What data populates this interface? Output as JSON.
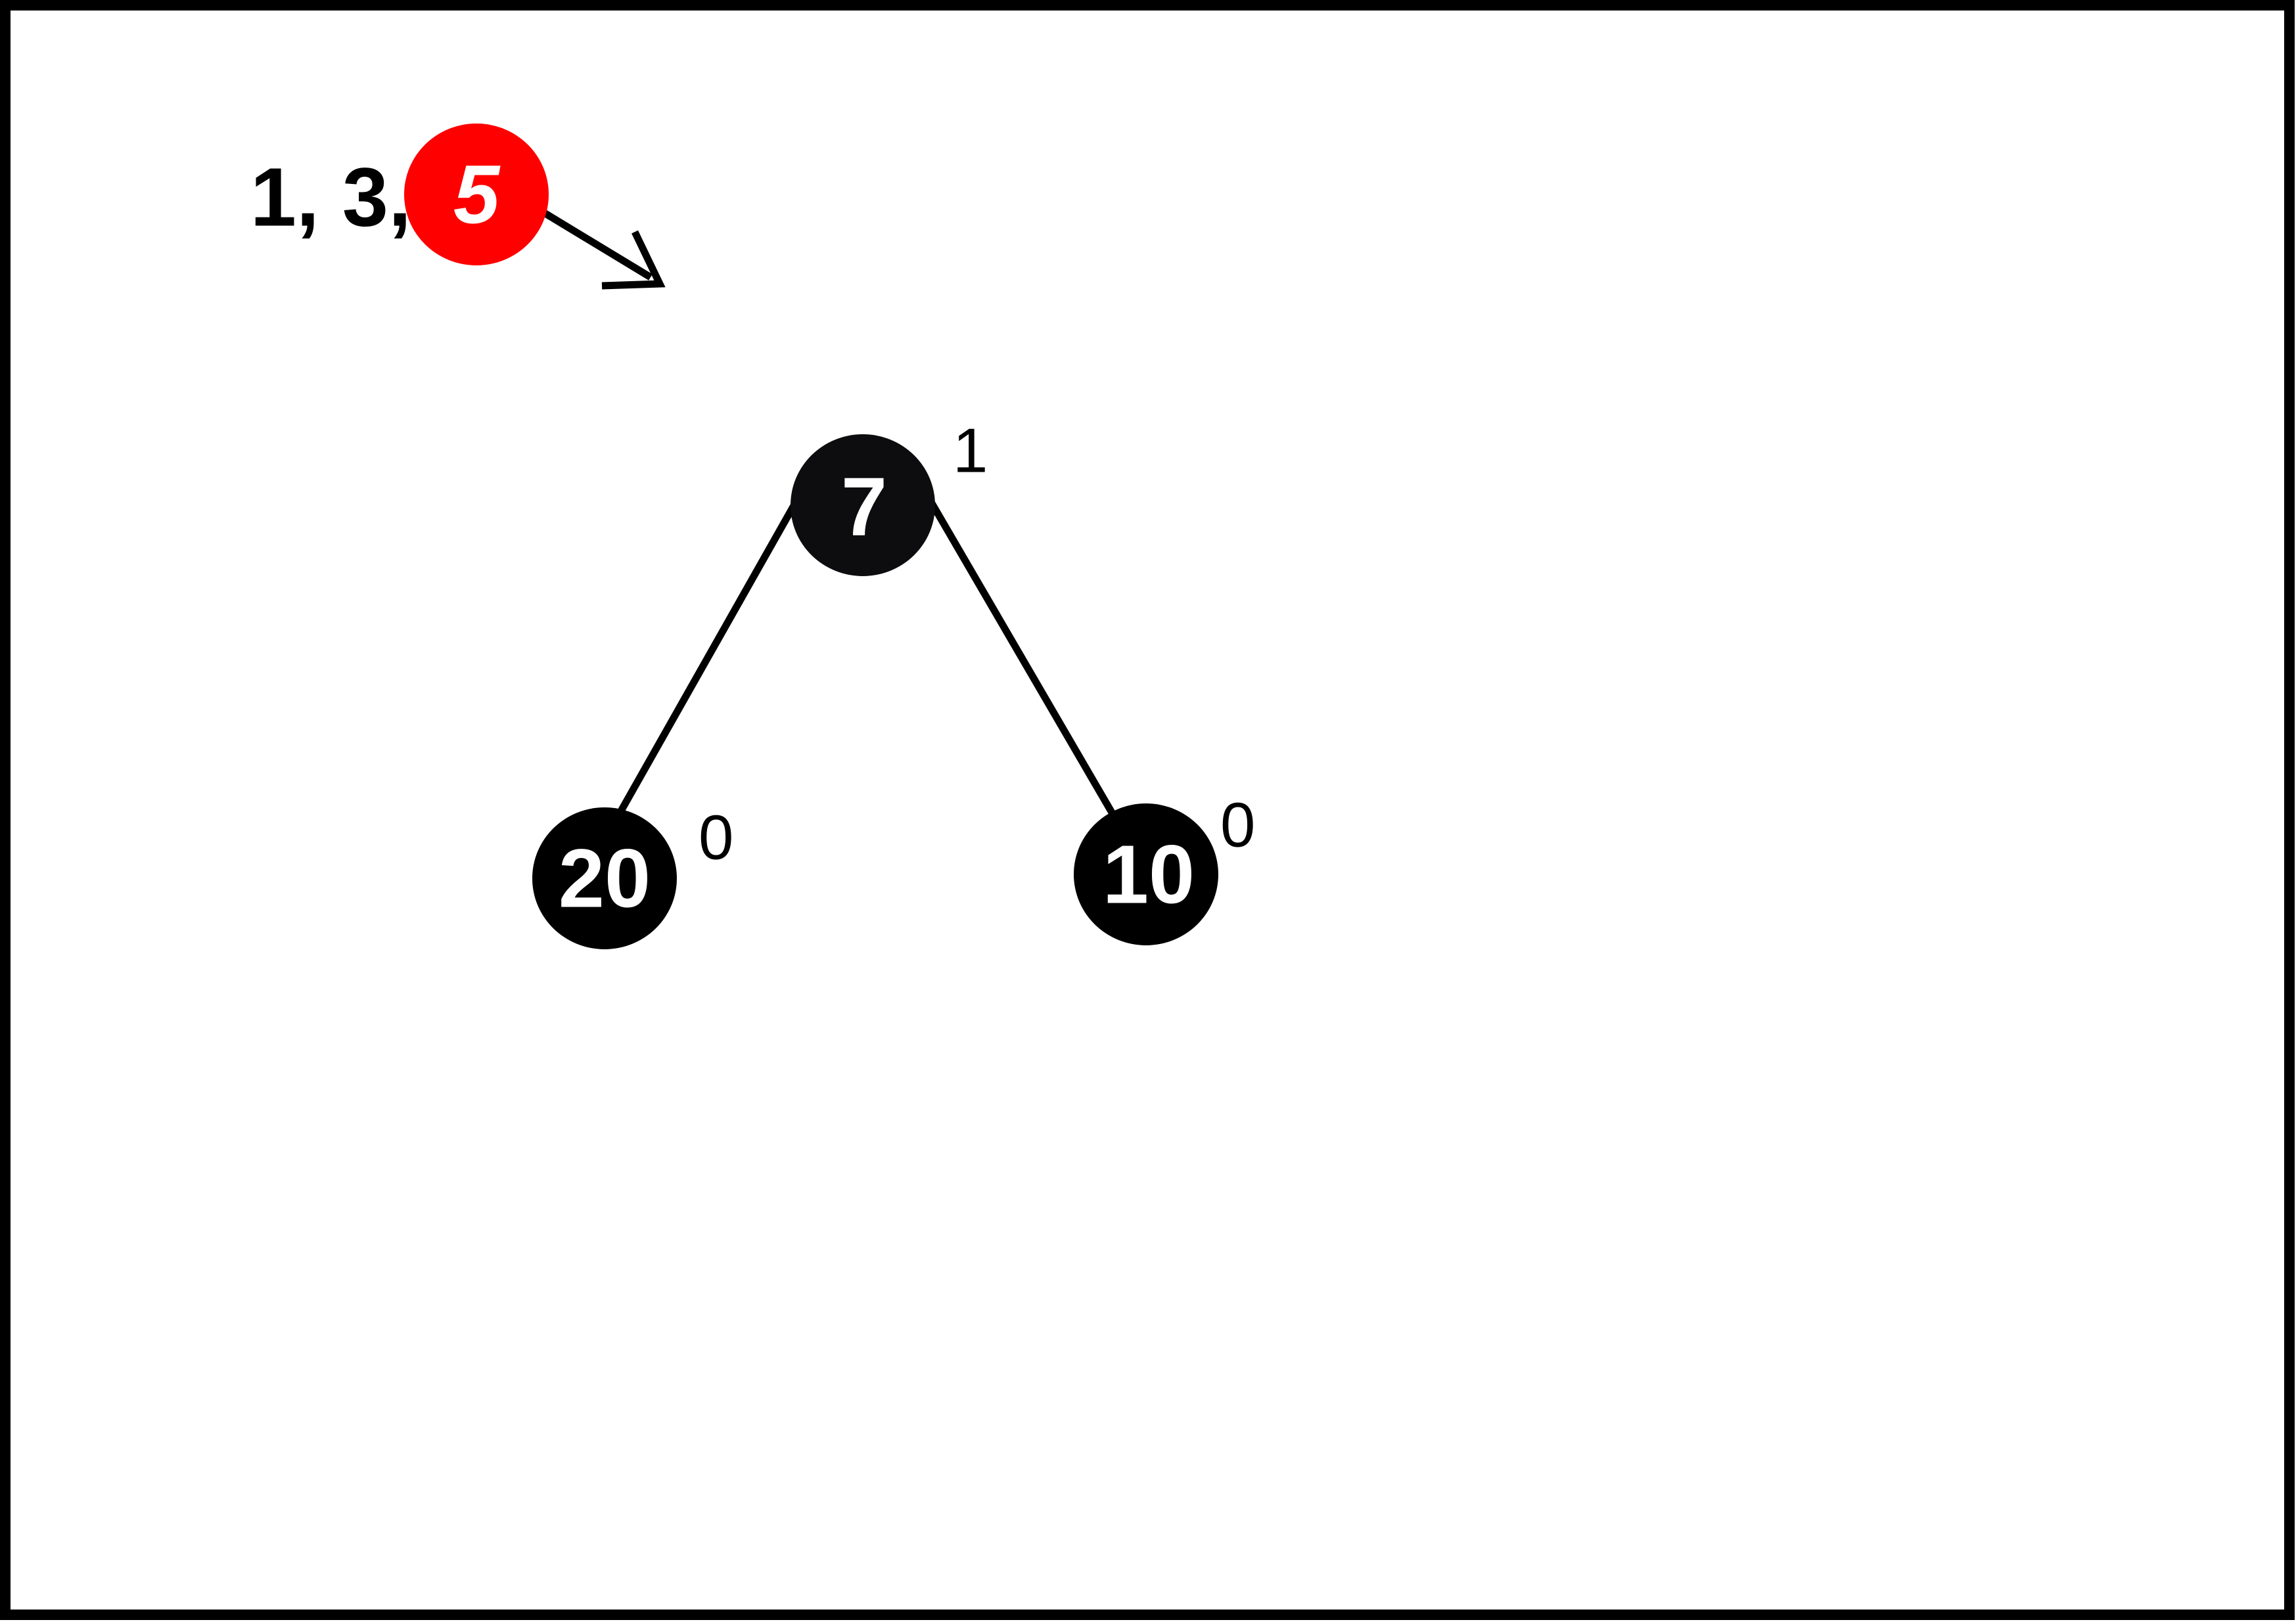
{
  "colors": {
    "background": "#ffffff",
    "frame": "#000000",
    "node_black": "#000000",
    "node_red": "#ff0000",
    "node_text": "#ffffff",
    "edge": "#000000"
  },
  "queue": {
    "prefix": "1, 3,",
    "current": {
      "label": "5",
      "color": "red"
    }
  },
  "tree": {
    "nodes": [
      {
        "id": "n7",
        "label": "7",
        "height": "1",
        "color": "black"
      },
      {
        "id": "n20",
        "label": "20",
        "height": "0",
        "color": "black"
      },
      {
        "id": "n10",
        "label": "10",
        "height": "0",
        "color": "black"
      }
    ],
    "edges": [
      {
        "from": "n7",
        "to": "n20"
      },
      {
        "from": "n7",
        "to": "n10"
      }
    ]
  }
}
